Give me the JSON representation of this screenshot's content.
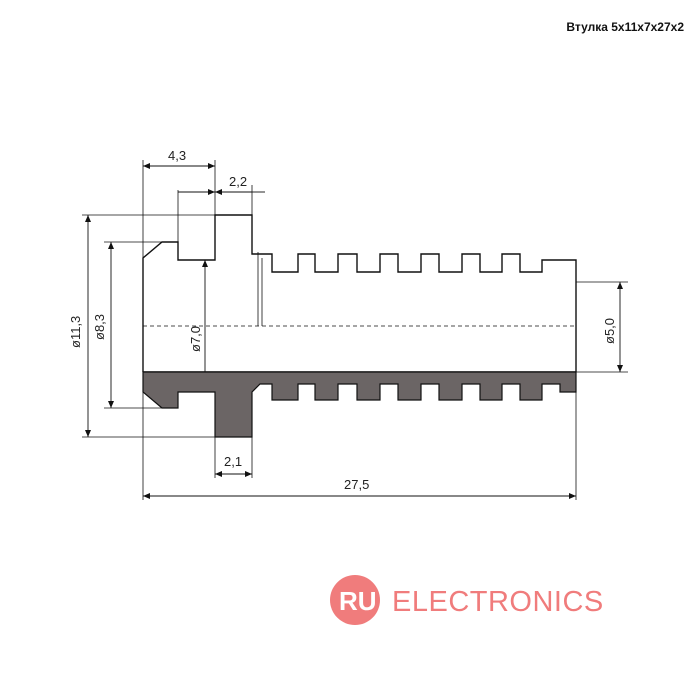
{
  "title": "Втулка 5х11х7х27х2",
  "dimensions": {
    "top_length": "4,3",
    "top_flange": "2,2",
    "bottom_flange": "2,1",
    "total_length": "27,5",
    "dia_outer": "ø11,3",
    "dia_mid": "ø8,3",
    "dia_inner": "ø7,0",
    "dia_bore": "ø5,0"
  },
  "logo": {
    "badge": "RU",
    "text": "ELECTRONICS"
  },
  "colors": {
    "section_fill": "#6b6565",
    "line": "#111111",
    "logo": "#f07c7c"
  }
}
